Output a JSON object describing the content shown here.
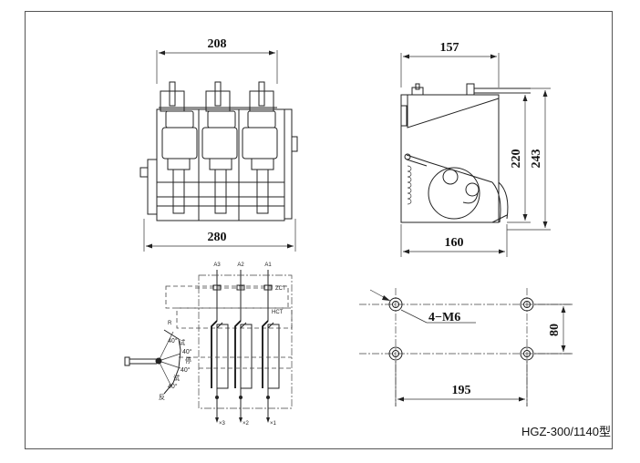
{
  "front_view": {
    "top_width": "208",
    "bottom_width": "280"
  },
  "side_view": {
    "top_depth": "157",
    "bottom_depth": "160",
    "height_inner": "220",
    "height_outer": "243"
  },
  "schematic": {
    "phase_labels": [
      "A3",
      "A2",
      "A1"
    ],
    "zct_label": "ZCT",
    "hct_label": "HCT",
    "r_label": "R",
    "output_labels": [
      "×3",
      "×2",
      "×1"
    ],
    "dial_angles": [
      "40°",
      "40°",
      "40°",
      "40°"
    ],
    "dial_words": [
      "试",
      "停",
      "试",
      "反"
    ]
  },
  "mounting": {
    "hole_label": "4−M6",
    "vertical_spacing": "80",
    "horizontal_spacing": "195"
  },
  "model_label": "HGZ-300/1140型"
}
